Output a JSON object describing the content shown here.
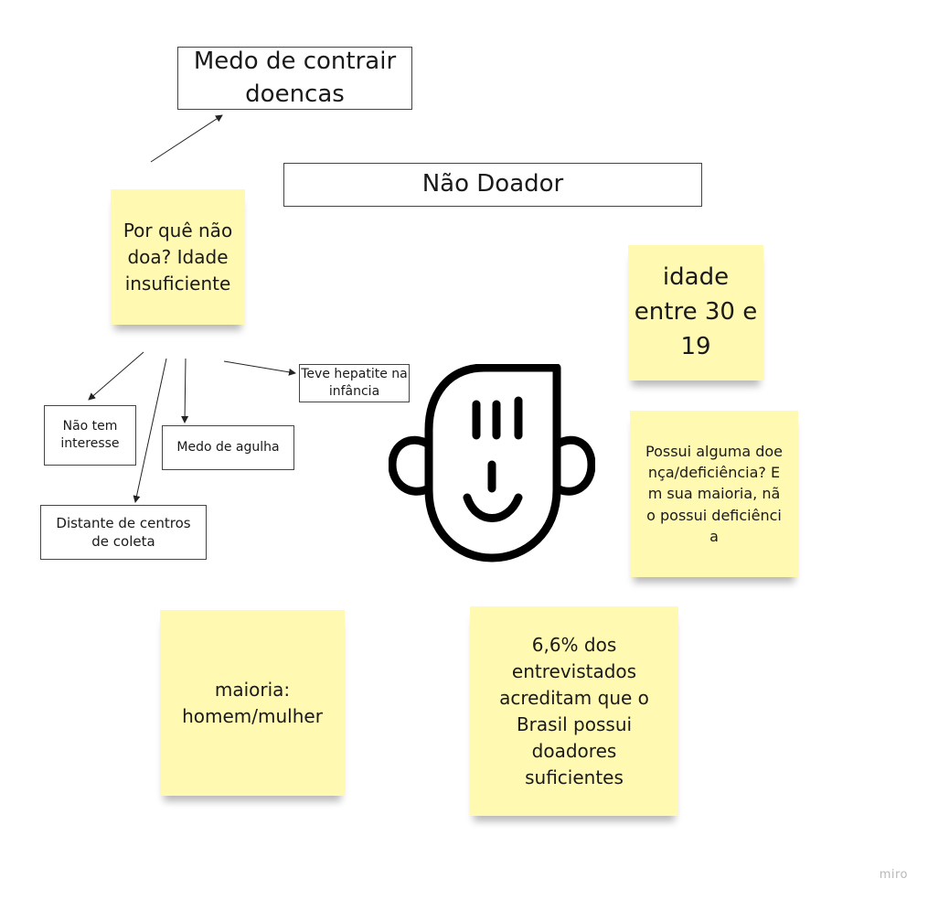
{
  "boxes": {
    "medo_doencas": "Medo de contrair doencas",
    "nao_doador": "Não Doador",
    "teve_hepatite": "Teve hepatite na infância",
    "nao_tem_interesse": "Não tem interesse",
    "medo_agulha": "Medo de agulha",
    "distante_centros": "Distante de centros de coleta"
  },
  "notes": {
    "por_que": "Por quê não doa? Idade insuficiente",
    "idade": "idade entre 30 e 19",
    "deficiencia": "Possui alguma doença/deficiência? Em sua maioria, não possui deficiência",
    "maioria": "maioria: homem/mulher",
    "entrevistados": "6,6% dos entrevistados acreditam que o Brasil possui doadores suficientes"
  },
  "icons": {
    "persona": "person-face-icon"
  },
  "colors": {
    "sticky": "#fff9b1",
    "line": "#222222"
  },
  "brand": "miro"
}
